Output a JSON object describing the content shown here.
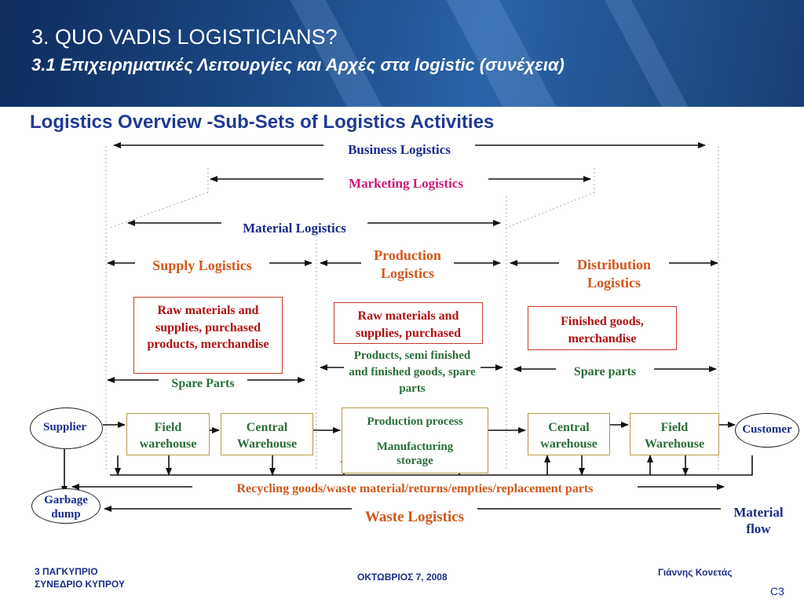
{
  "header": {
    "title": "3. QUO VADIS LOGISTICIANS?",
    "subtitle": "3.1 Επιχειρηματικές Λειτουργίες και Αρχές στα logistic (συνέχεια)"
  },
  "slide_title": "Logistics Overview -Sub-Sets of Logistics Activities",
  "levels": {
    "business": "Business Logistics",
    "marketing": "Marketing Logistics",
    "material": "Material Logistics",
    "supply": "Supply Logistics",
    "production_1": "Production",
    "production_2": "Logistics",
    "distribution_1": "Distribution",
    "distribution_2": "Logistics"
  },
  "red_boxes": {
    "supply": "Raw materials and supplies, purchased products, merchandise",
    "production": "Raw materials and supplies, purchased",
    "distribution": "Finished goods, merchandise"
  },
  "green_labels": {
    "spare_supply": "Spare Parts",
    "production_goods": "Products, semi finished and finished goods, spare parts",
    "spare_distribution": "Spare parts"
  },
  "flow": {
    "supplier": "Supplier",
    "field_warehouse_left": "Field warehouse",
    "central_warehouse_left": "Central Warehouse",
    "production_process": "Production process",
    "manufacturing_storage": "Manufacturing storage",
    "central_warehouse_right": "Central warehouse",
    "field_warehouse_right": "Field Warehouse",
    "customer": "Customer",
    "garbage_dump": "Garbage dump"
  },
  "bottom": {
    "recycling": "Recycling goods/waste material/returns/empties/replacement parts",
    "waste": "Waste Logistics",
    "material_flow": "Material flow"
  },
  "footer": {
    "left_line1": "3 ΠΑΓΚΥΠΡΙΟ",
    "left_line2": "ΣΥΝΕΔΡΙΟ ΚΥΠΡΟΥ",
    "center": "ΟΚΤΩΒΡΙΟΣ  7, 2008",
    "right": "Γιάννης Κονετάς",
    "page": "C3"
  },
  "colors": {
    "navy": "#1a2b8c",
    "red": "#b01010",
    "orange": "#d2571b",
    "magenta": "#d0187a",
    "green": "#2a6e3a"
  }
}
